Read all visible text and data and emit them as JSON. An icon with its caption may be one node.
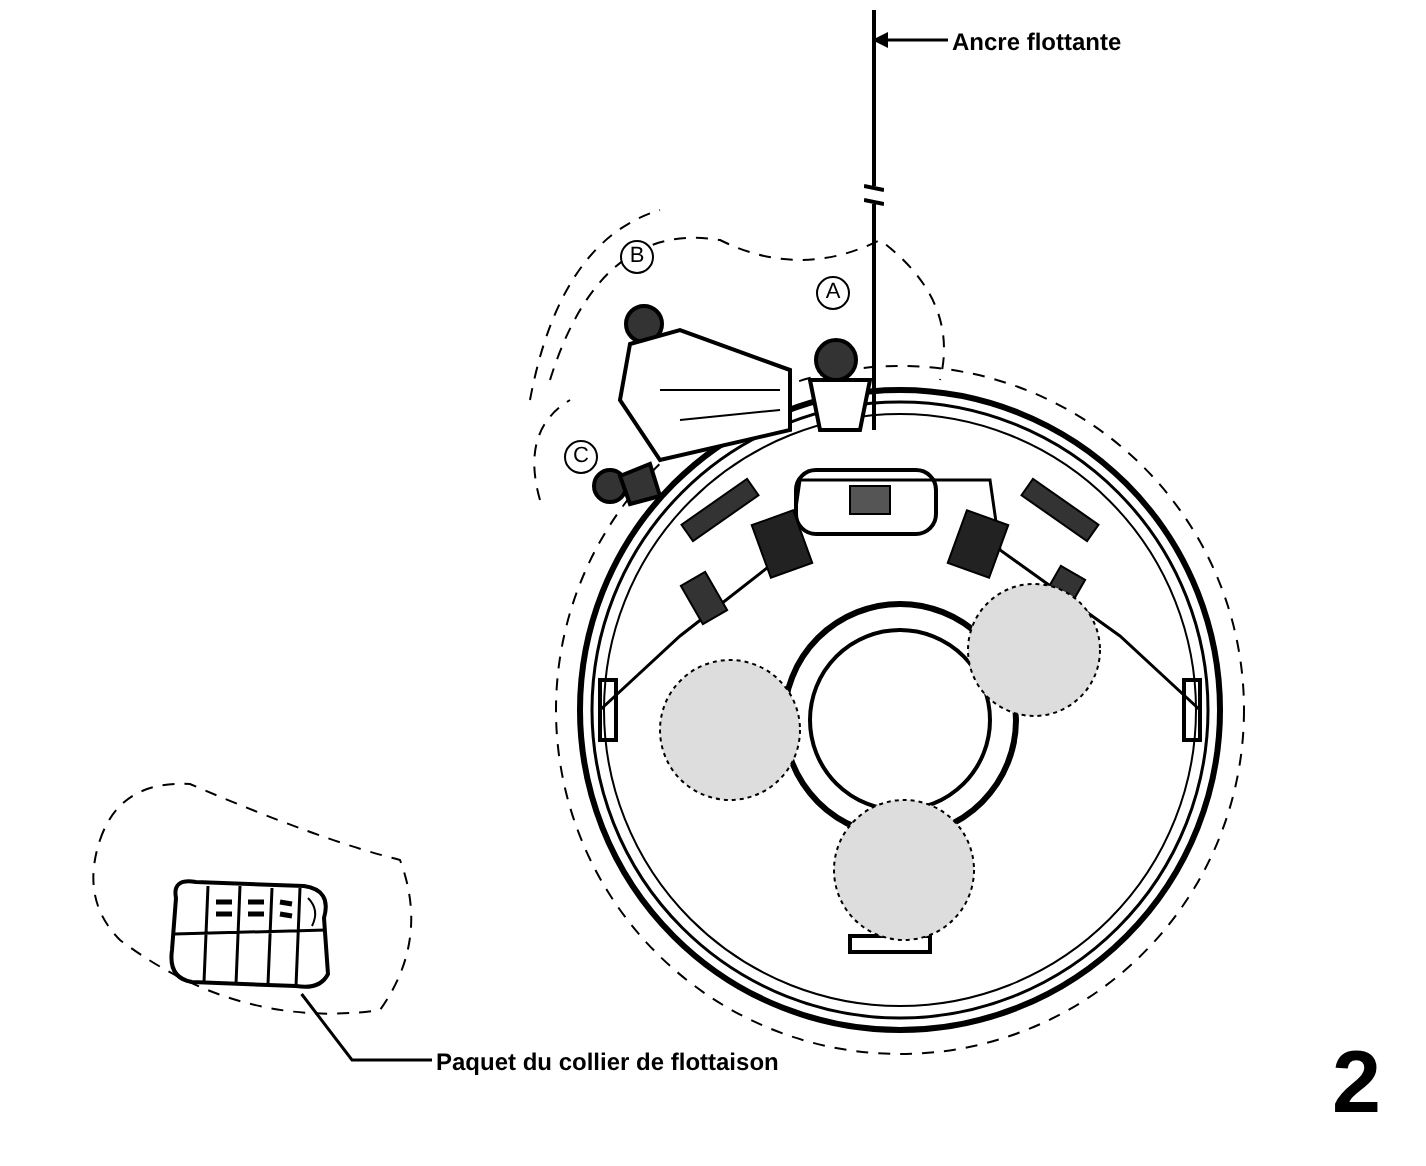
{
  "diagram": {
    "nodes": [
      {
        "text": [
          "Ancre flottante"
        ]
      },
      {
        "text": [],
        "shape": "picture"
      },
      {
        "text": [
          "Paquet du collier de flottaison"
        ]
      },
      {
        "text": [],
        "shape": "picture"
      }
    ],
    "edges": [
      {
        "from": 0,
        "to": 1,
        "arrow": "to"
      },
      {
        "from": 2,
        "to": 3,
        "arrow": "none"
      }
    ],
    "labels": [
      "B",
      "A",
      "C",
      "2"
    ]
  }
}
